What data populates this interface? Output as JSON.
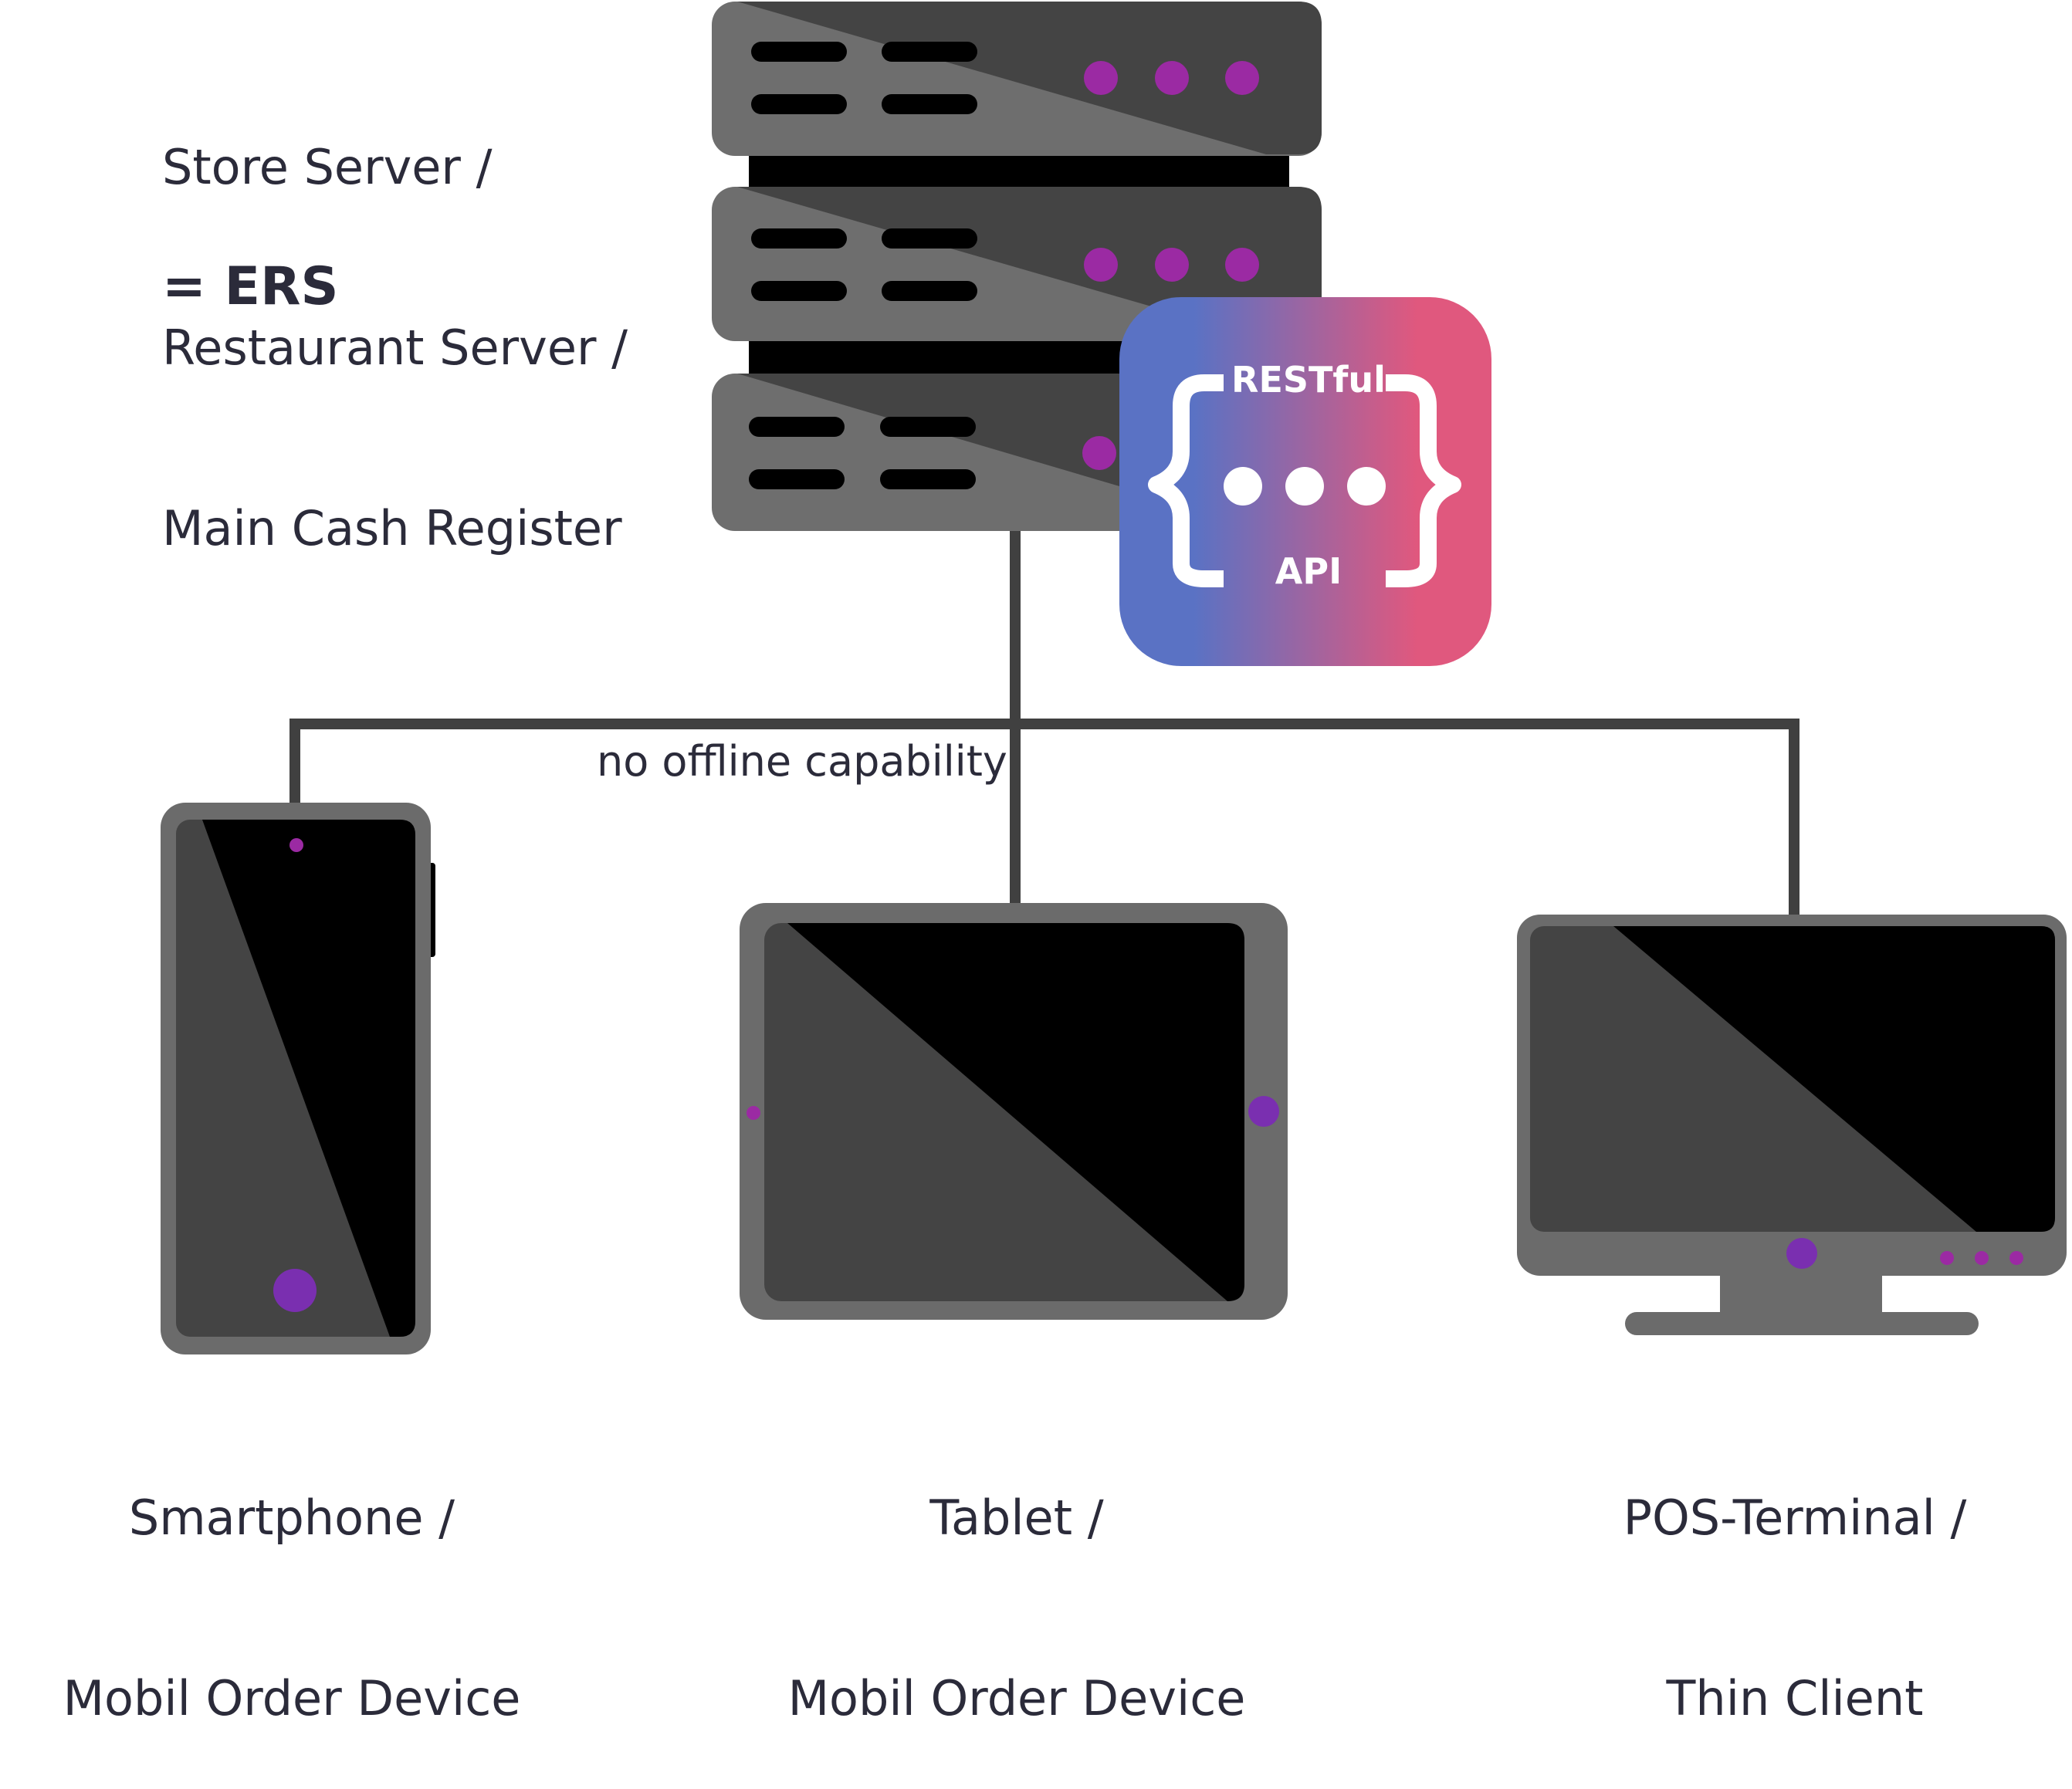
{
  "server": {
    "label_lines": [
      "Store Server /",
      "Restaurant Server /",
      "Main Cash Register"
    ],
    "ers_label": "= ERS"
  },
  "api_badge": {
    "top_label": "RESTful",
    "bottom_label": "API",
    "icon": "restful-api-icon",
    "gradient_left": "#5a72c4",
    "gradient_right": "#e0587e"
  },
  "connection": {
    "label": "no offline capability"
  },
  "devices": [
    {
      "icon": "smartphone-icon",
      "label_lines": [
        "Smartphone /",
        "Mobil Order Device"
      ]
    },
    {
      "icon": "tablet-icon",
      "label_lines": [
        "Tablet /",
        "Mobil Order Device"
      ]
    },
    {
      "icon": "pos-terminal-icon",
      "label_lines": [
        "POS-Terminal /",
        "Thin Client"
      ]
    }
  ],
  "colors": {
    "device_frame": "#6b6b6b",
    "screen": "#000000",
    "led_accent": "#9b2aa3",
    "button_accent": "#7a2fb0",
    "line": "#404040",
    "text": "#2b2b3a"
  }
}
